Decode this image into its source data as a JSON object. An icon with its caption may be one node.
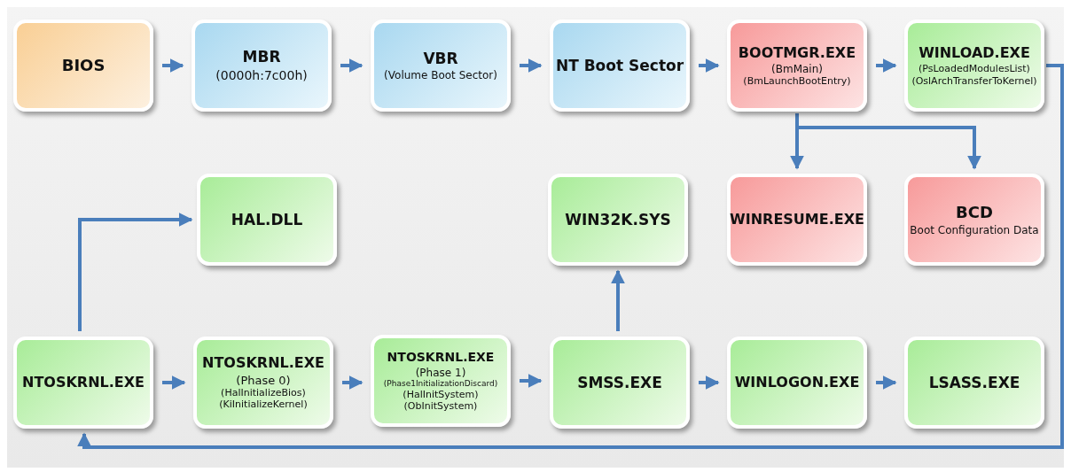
{
  "diagram": {
    "nodes": [
      {
        "text": [
          "BIOS"
        ]
      },
      {
        "text": [
          "MBR",
          "(0000h:7c00h)"
        ]
      },
      {
        "text": [
          "VBR",
          "(Volume Boot Sector)"
        ]
      },
      {
        "text": [
          "NT Boot Sector"
        ]
      },
      {
        "text": [
          "BOOTMGR.EXE",
          "(BmMain)",
          "(BmLaunchBootEntry)"
        ]
      },
      {
        "text": [
          "WINLOAD.EXE",
          "(PsLoadedModulesList)",
          "(OslArchTransferToKernel)"
        ]
      },
      {
        "text": [
          "HAL.DLL"
        ]
      },
      {
        "text": [
          "WIN32K.SYS"
        ]
      },
      {
        "text": [
          "WINRESUME.EXE"
        ]
      },
      {
        "text": [
          "BCD",
          "Boot Configuration Data"
        ]
      },
      {
        "text": [
          "NTOSKRNL.EXE"
        ]
      },
      {
        "text": [
          "NTOSKRNL.EXE",
          "(Phase 0)",
          "(HalInitializeBios)",
          "(KiInitializeKernel)"
        ]
      },
      {
        "text": [
          "NTOSKRNL.EXE",
          "(Phase 1)",
          "(Phase1InitializationDiscard)",
          "(HalInitSystem)",
          "(ObInitSystem)"
        ]
      },
      {
        "text": [
          "SMSS.EXE"
        ]
      },
      {
        "text": [
          "WINLOGON.EXE"
        ]
      },
      {
        "text": [
          "LSASS.EXE"
        ]
      }
    ],
    "edges": [
      {
        "from": 0,
        "to": 1,
        "arrow": "to"
      },
      {
        "from": 1,
        "to": 2,
        "arrow": "to"
      },
      {
        "from": 2,
        "to": 3,
        "arrow": "to"
      },
      {
        "from": 3,
        "to": 4,
        "arrow": "to"
      },
      {
        "from": 4,
        "to": 5,
        "arrow": "to"
      },
      {
        "from": 4,
        "to": 8,
        "arrow": "to"
      },
      {
        "from": 4,
        "to": 9,
        "arrow": "to"
      },
      {
        "from": 5,
        "to": 10,
        "arrow": "to"
      },
      {
        "from": 10,
        "to": 6,
        "arrow": "to"
      },
      {
        "from": 10,
        "to": 11,
        "arrow": "to"
      },
      {
        "from": 11,
        "to": 12,
        "arrow": "to"
      },
      {
        "from": 12,
        "to": 13,
        "arrow": "to"
      },
      {
        "from": 13,
        "to": 7,
        "arrow": "to"
      },
      {
        "from": 13,
        "to": 14,
        "arrow": "to"
      },
      {
        "from": 14,
        "to": 15,
        "arrow": "to"
      }
    ]
  }
}
